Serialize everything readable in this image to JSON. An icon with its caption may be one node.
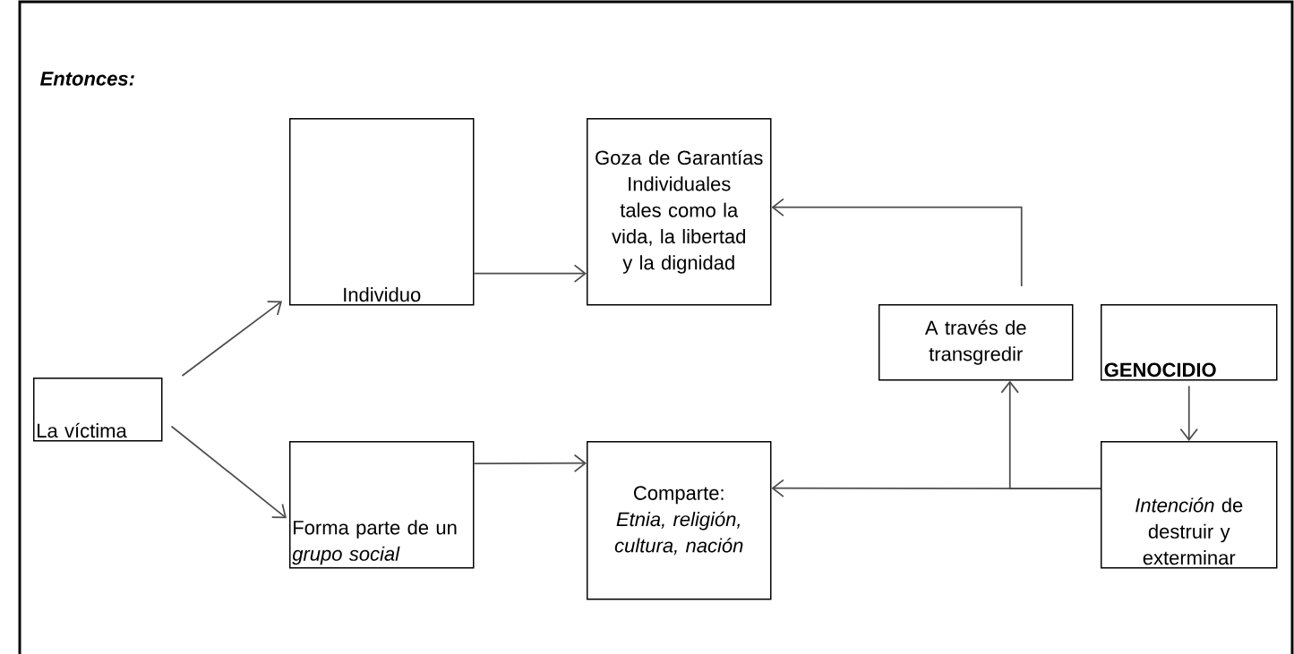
{
  "diagram": {
    "nodes": [
      {
        "text": [
          "La víctima"
        ]
      },
      {
        "text": [
          "Individuo"
        ]
      },
      {
        "text": [
          "Goza de Garantías Individuales tales como la vida, la libertad y la dignidad"
        ]
      },
      {
        "text": [
          "Forma parte de un *grupo social*"
        ]
      },
      {
        "text": [
          "Comparte: *Etnia, religión, cultura, nación*"
        ]
      },
      {
        "text": [
          "A través de transgredir"
        ]
      },
      {
        "text": [
          "GENOCIDIO"
        ]
      },
      {
        "text": [
          "*Intención* de destruir y exterminar"
        ]
      }
    ],
    "edges": [
      {
        "from": 0,
        "to": 1,
        "arrow": "to"
      },
      {
        "from": 0,
        "to": 3,
        "arrow": "to"
      },
      {
        "from": 1,
        "to": 2,
        "arrow": "to"
      },
      {
        "from": 3,
        "to": 4,
        "arrow": "to"
      },
      {
        "from": 6,
        "to": 7,
        "arrow": "to"
      },
      {
        "from": 7,
        "to": 4,
        "arrow": "to"
      },
      {
        "from": 7,
        "to": 5,
        "arrow": "to"
      },
      {
        "from": 5,
        "to": 2,
        "arrow": "to"
      }
    ],
    "labels": [
      "Entonces:"
    ]
  }
}
